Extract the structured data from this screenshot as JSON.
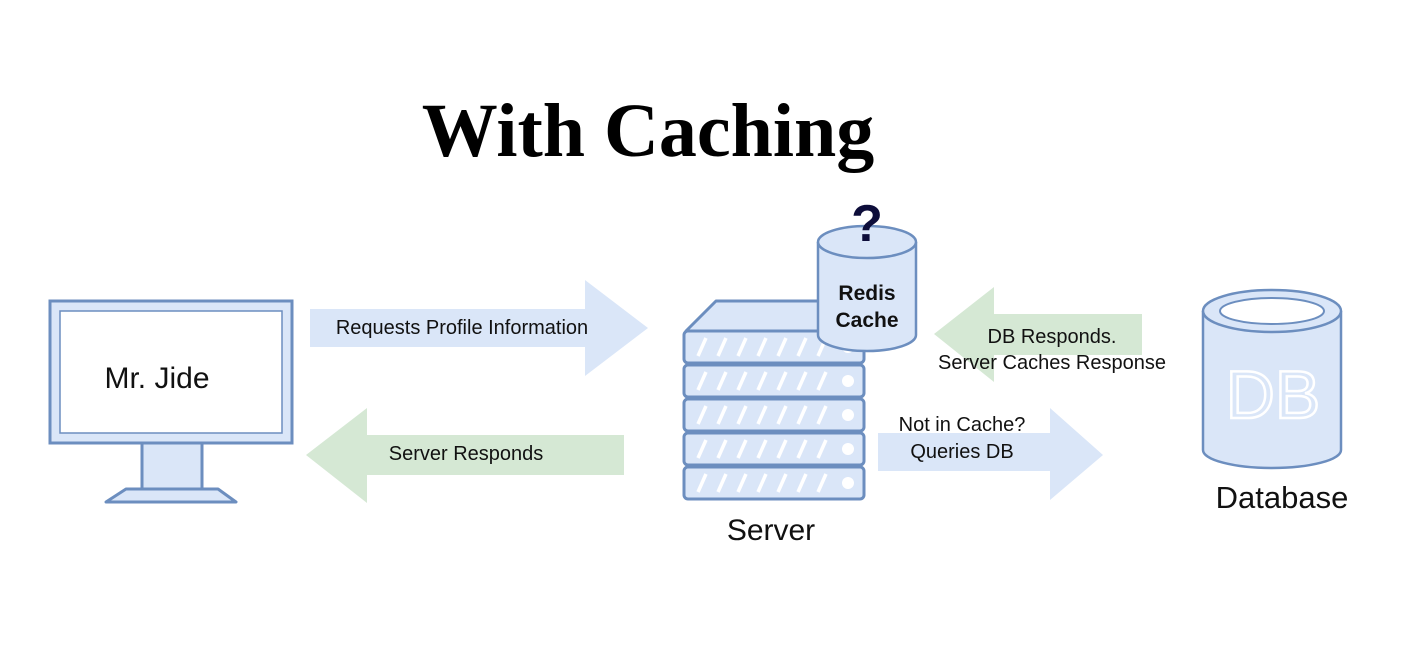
{
  "title": "With Caching",
  "client": {
    "label": "Mr. Jide"
  },
  "server": {
    "label": "Server"
  },
  "cache": {
    "line1": "Redis",
    "line2": "Cache",
    "symbol": "?"
  },
  "database": {
    "label": "Database",
    "icon_text": "DB"
  },
  "arrows": {
    "request": {
      "label": "Requests Profile Information"
    },
    "response": {
      "label": "Server Responds"
    },
    "query": {
      "line1": "Not in Cache?",
      "line2": "Queries DB"
    },
    "db_response": {
      "line1": "DB Responds.",
      "line2": "Server Caches Response"
    }
  },
  "colors": {
    "blue_fill": "#dae6f8",
    "green_fill": "#d5e8d4",
    "outline": "#6c8ebf",
    "dark_navy": "#0d0d3a"
  }
}
